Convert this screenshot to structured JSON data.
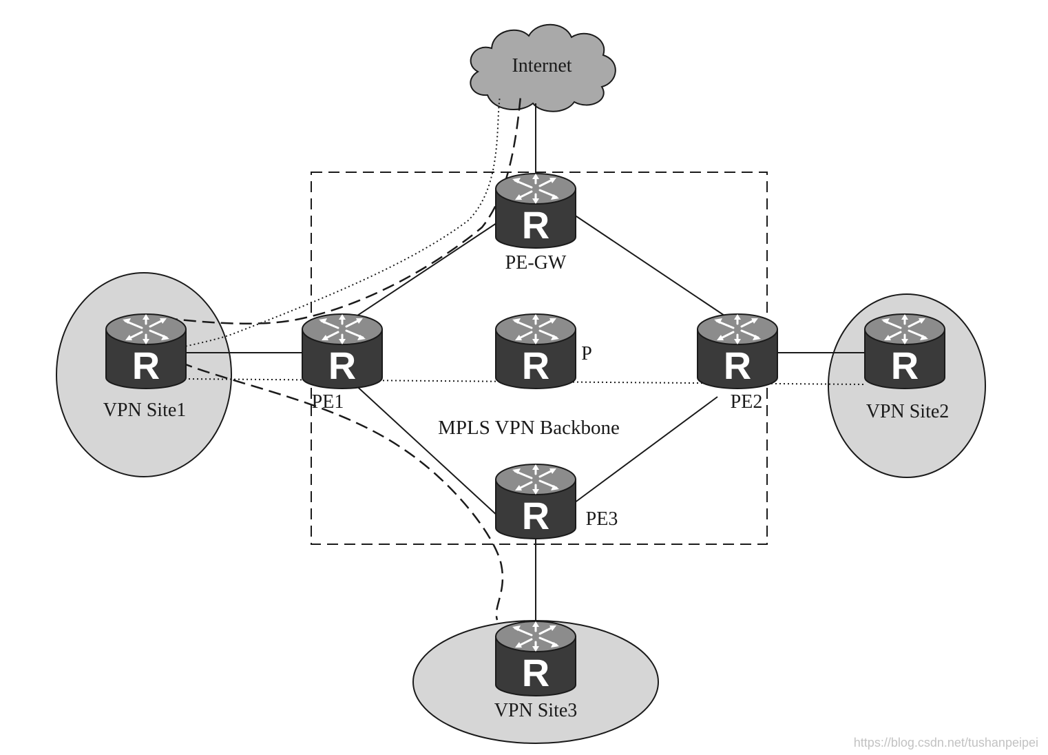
{
  "diagram": {
    "cloud_label": "Internet",
    "backbone_label": "MPLS VPN Backbone",
    "routers": {
      "pe_gw": {
        "label": "PE-GW",
        "glyph": "R"
      },
      "pe1": {
        "label": "PE1",
        "glyph": "R"
      },
      "p": {
        "label": "P",
        "glyph": "R"
      },
      "pe2": {
        "label": "PE2",
        "glyph": "R"
      },
      "pe3": {
        "label": "PE3",
        "glyph": "R"
      },
      "ce1": {
        "glyph": "R"
      },
      "ce2": {
        "glyph": "R"
      },
      "ce3": {
        "glyph": "R"
      }
    },
    "sites": {
      "site1": "VPN Site1",
      "site2": "VPN Site2",
      "site3": "VPN Site3"
    }
  },
  "watermark": "https://blog.csdn.net/tushanpeipei",
  "colors": {
    "router_body": "#3d3d3d",
    "router_top": "#8a8a8a",
    "site_fill": "#d6d6d6",
    "cloud_fill": "#a9a9a9",
    "line": "#1a1a1a"
  }
}
